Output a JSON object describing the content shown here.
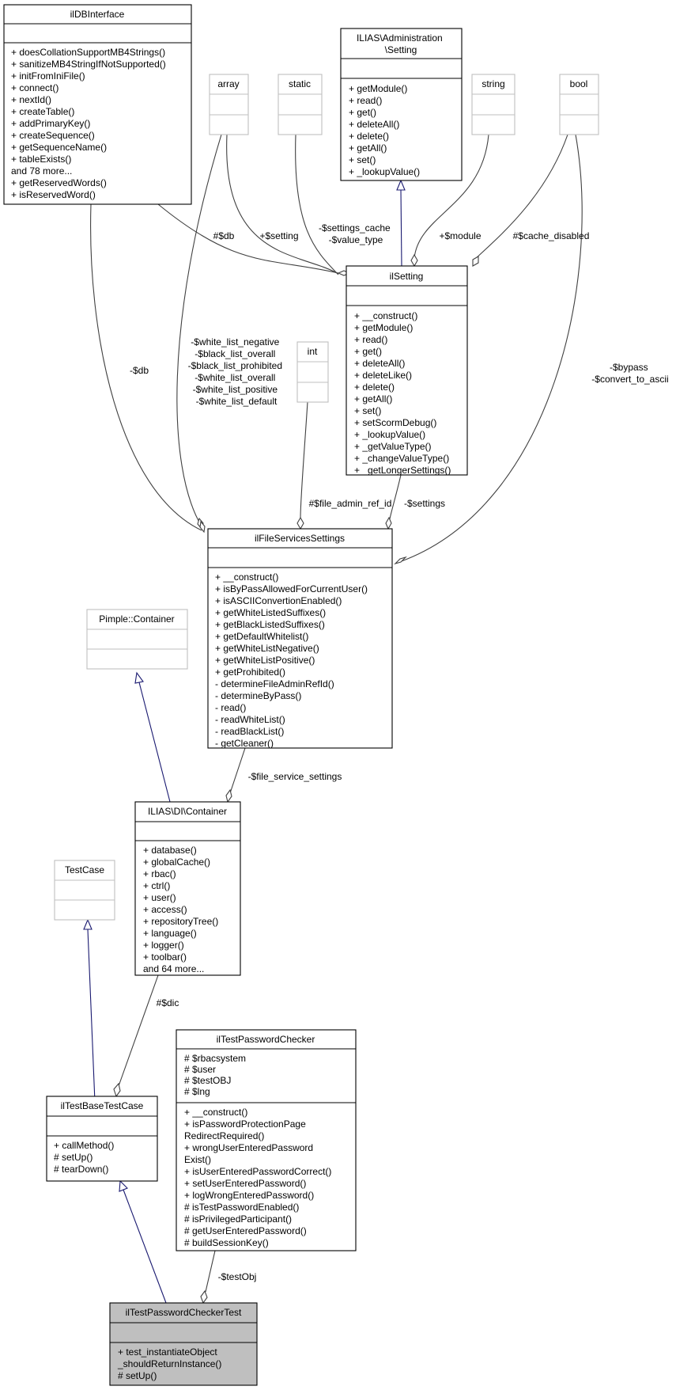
{
  "colors": {
    "inheritance_edge": "#191970",
    "association_edge": "#404040",
    "focus_fill": "#bfbfbf",
    "external_border": "#bfbfbf"
  },
  "classes": {
    "ilDBInterface": {
      "title": [
        "ilDBInterface"
      ],
      "members": [
        "+ doesCollationSupportMB4Strings()",
        "+ sanitizeMB4StringIfNotSupported()",
        "+ initFromIniFile()",
        "+ connect()",
        "+ nextId()",
        "+ createTable()",
        "+ addPrimaryKey()",
        "+ createSequence()",
        "+ getSequenceName()",
        "+ tableExists()",
        "and 78 more...",
        "+ getReservedWords()",
        "+ isReservedWord()"
      ]
    },
    "array": {
      "title": [
        "array"
      ]
    },
    "static": {
      "title": [
        "static"
      ]
    },
    "adminSetting": {
      "title": [
        "ILIAS\\Administration",
        "\\Setting"
      ],
      "members": [
        "+ getModule()",
        "+ read()",
        "+ get()",
        "+ deleteAll()",
        "+ delete()",
        "+ getAll()",
        "+ set()",
        "+ _lookupValue()"
      ]
    },
    "string": {
      "title": [
        "string"
      ]
    },
    "bool": {
      "title": [
        "bool"
      ]
    },
    "ilSetting": {
      "title": [
        "ilSetting"
      ],
      "members": [
        "+ __construct()",
        "+ getModule()",
        "+ read()",
        "+ get()",
        "+ deleteAll()",
        "+ deleteLike()",
        "+ delete()",
        "+ getAll()",
        "+ set()",
        "+ setScormDebug()",
        "+ _lookupValue()",
        "+ _getValueType()",
        "+ _changeValueType()",
        "+ _getLongerSettings()"
      ]
    },
    "int": {
      "title": [
        "int"
      ]
    },
    "ilFileServicesSettings": {
      "title": [
        "ilFileServicesSettings"
      ],
      "members": [
        "+ __construct()",
        "+ isByPassAllowedForCurrentUser()",
        "+ isASCIIConvertionEnabled()",
        "+ getWhiteListedSuffixes()",
        "+ getBlackListedSuffixes()",
        "+ getDefaultWhitelist()",
        "+ getWhiteListNegative()",
        "+ getWhiteListPositive()",
        "+ getProhibited()",
        "- determineFileAdminRefId()",
        "- determineByPass()",
        "- read()",
        "- readWhiteList()",
        "- readBlackList()",
        "- getCleaner()"
      ]
    },
    "pimple": {
      "title": [
        "Pimple::Container"
      ]
    },
    "diContainer": {
      "title": [
        "ILIAS\\DI\\Container"
      ],
      "members": [
        "+ database()",
        "+ globalCache()",
        "+ rbac()",
        "+ ctrl()",
        "+ user()",
        "+ access()",
        "+ repositoryTree()",
        "+ language()",
        "+ logger()",
        "+ toolbar()",
        "and 64 more..."
      ]
    },
    "testCase": {
      "title": [
        "TestCase"
      ]
    },
    "ilTestBaseTestCase": {
      "title": [
        "ilTestBaseTestCase"
      ],
      "members": [
        "+ callMethod()",
        "# setUp()",
        "# tearDown()"
      ]
    },
    "ilTestPasswordChecker": {
      "title": [
        "ilTestPasswordChecker"
      ],
      "attributes": [
        "# $rbacsystem",
        "# $user",
        "# $testOBJ",
        "# $lng"
      ],
      "members": [
        "+ __construct()",
        "+ isPasswordProtectionPage",
        "RedirectRequired()",
        "+ wrongUserEnteredPassword",
        "Exist()",
        "+ isUserEnteredPasswordCorrect()",
        "+ setUserEnteredPassword()",
        "+ logWrongEnteredPassword()",
        "# isTestPasswordEnabled()",
        "# isPrivilegedParticipant()",
        "# getUserEnteredPassword()",
        "# buildSessionKey()"
      ]
    },
    "ilTestPasswordCheckerTest": {
      "title": [
        "ilTestPasswordCheckerTest"
      ],
      "members": [
        "+ test_instantiateObject",
        "_shouldReturnInstance()",
        "# setUp()"
      ]
    }
  },
  "edge_labels": {
    "db_setting": [
      "#$db"
    ],
    "array_setting": [
      "+$setting"
    ],
    "static_setting": [
      "-$settings_cache",
      "-$value_type"
    ],
    "string_setting": [
      "+$module"
    ],
    "bool_setting": [
      "#$cache_disabled"
    ],
    "db_fileservices": [
      "-$db"
    ],
    "array_fileservices": [
      "-$white_list_negative",
      "-$black_list_overall",
      "-$black_list_prohibited",
      "-$white_list_overall",
      "-$white_list_positive",
      "-$white_list_default"
    ],
    "bool_fileservices": [
      "-$bypass",
      "-$convert_to_ascii"
    ],
    "int_fileservices": [
      "#$file_admin_ref_id"
    ],
    "setting_fileservices": [
      "-$settings"
    ],
    "fileservices_container": [
      "-$file_service_settings"
    ],
    "container_testbase": [
      "#$dic"
    ],
    "checker_test": [
      "-$testObj"
    ]
  }
}
